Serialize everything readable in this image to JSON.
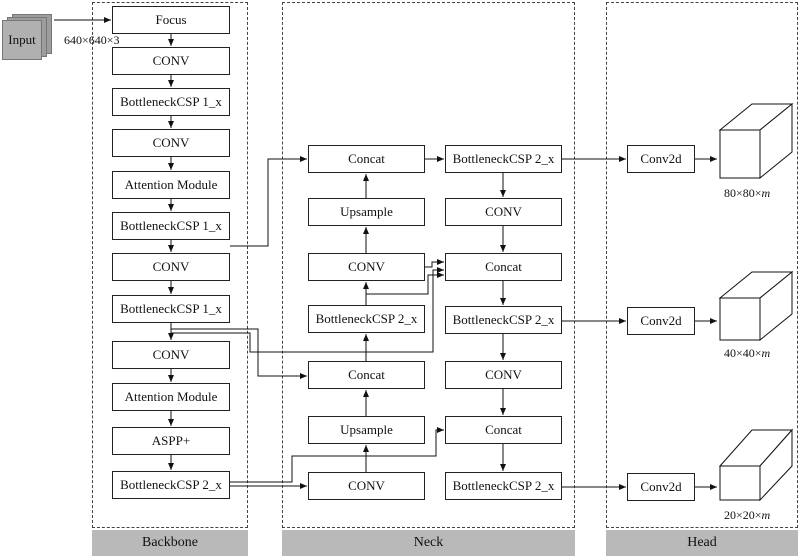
{
  "input": {
    "label": "Input",
    "dims": "640×640×3"
  },
  "panels": {
    "backbone": "Backbone",
    "neck": "Neck",
    "head": "Head"
  },
  "backbone": [
    "Focus",
    "CONV",
    "BottleneckCSP 1_x",
    "CONV",
    "Attention Module",
    "BottleneckCSP 1_x",
    "CONV",
    "BottleneckCSP 1_x",
    "CONV",
    "Attention Module",
    "ASPP+",
    "BottleneckCSP 2_x"
  ],
  "neck_left": {
    "concat_top": "Concat",
    "upsample_top": "Upsample",
    "conv_top": "CONV",
    "csp_mid": "BottleneckCSP 2_x",
    "concat_mid": "Concat",
    "upsample_bot": "Upsample",
    "conv_bot": "CONV"
  },
  "neck_right": {
    "csp_top": "BottleneckCSP 2_x",
    "conv_a": "CONV",
    "concat_a": "Concat",
    "csp_mid": "BottleneckCSP 2_x",
    "conv_b": "CONV",
    "concat_b": "Concat",
    "csp_bot": "BottleneckCSP 2_x"
  },
  "head": {
    "conv_top": "Conv2d",
    "conv_mid": "Conv2d",
    "conv_bot": "Conv2d",
    "out_top": {
      "dims": "80×80×",
      "m": "m"
    },
    "out_mid": {
      "dims": "40×40×",
      "m": "m"
    },
    "out_bot": {
      "dims": "20×20×",
      "m": "m"
    }
  }
}
